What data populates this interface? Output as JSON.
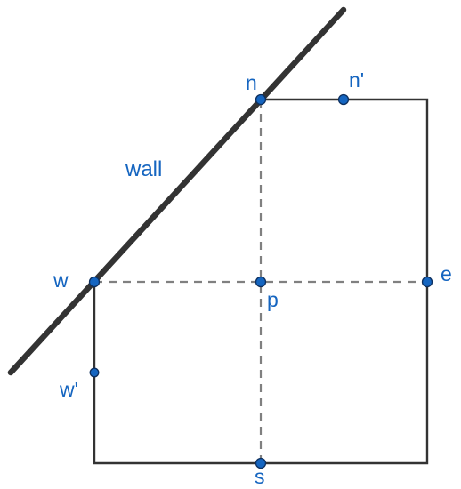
{
  "diagram": {
    "labels": {
      "wall": "wall",
      "n": "n",
      "n_prime": "n'",
      "e": "e",
      "w": "w",
      "w_prime": "w'",
      "p": "p",
      "s": "s"
    },
    "colors": {
      "wall": "#333333",
      "cell_edge": "#333333",
      "dashed": "#808080",
      "point_fill": "#1565C0",
      "point_stroke": "#0D2F5E",
      "label": "#1565C0"
    }
  }
}
